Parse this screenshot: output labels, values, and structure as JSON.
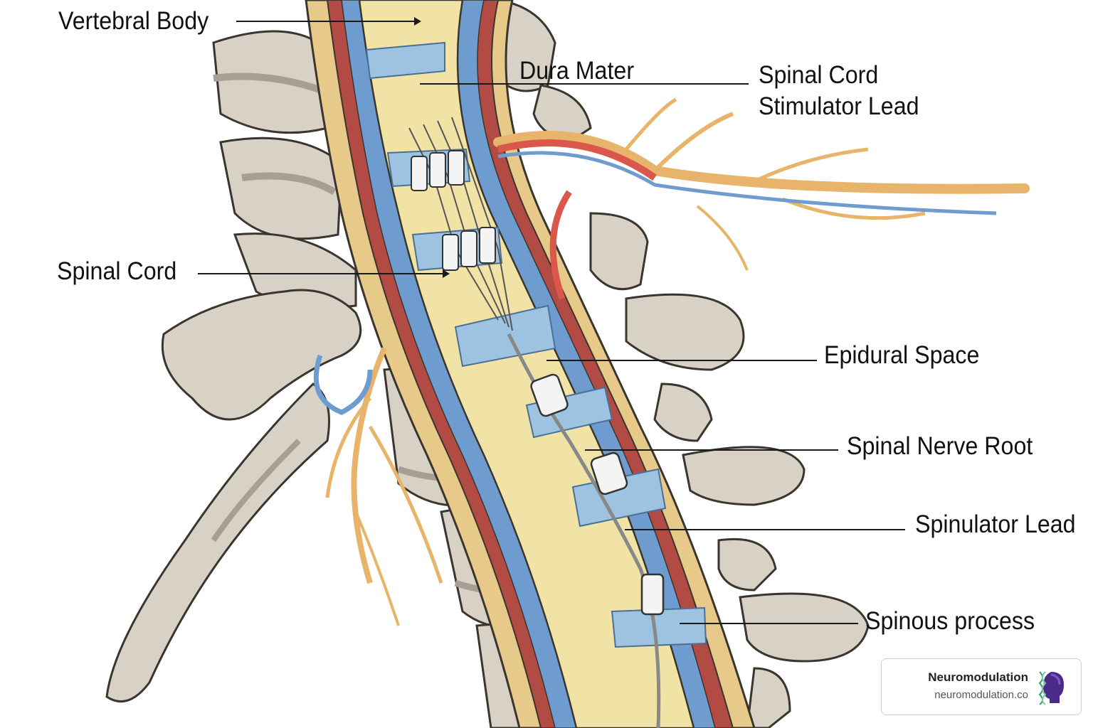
{
  "labels": {
    "vertebral_body": "Vertebral Body",
    "dura_mater": "Dura Mater",
    "scs_lead_line1": "Spinal Cord",
    "scs_lead_line2": "Stimulator Lead",
    "spinal_cord": "Spinal Cord",
    "epidural_space": "Epidural Space",
    "spinal_nerve_root": "Spinal Nerve Root",
    "spinulator_lead": "Spinulator Lead",
    "spinous_process": "Spinous process"
  },
  "badge": {
    "title": "Neuromodulation",
    "url": "neuromodulation.co"
  },
  "colors": {
    "bone": "#d8d2c6",
    "bone_shade": "#a89f92",
    "cord": "#f1e3a6",
    "disc": "#9ec3e0",
    "vessel_red": "#d9574b",
    "vessel_blue": "#6f9ccf",
    "nerve": "#e8b36a",
    "lead_white": "#f4f4f4"
  }
}
